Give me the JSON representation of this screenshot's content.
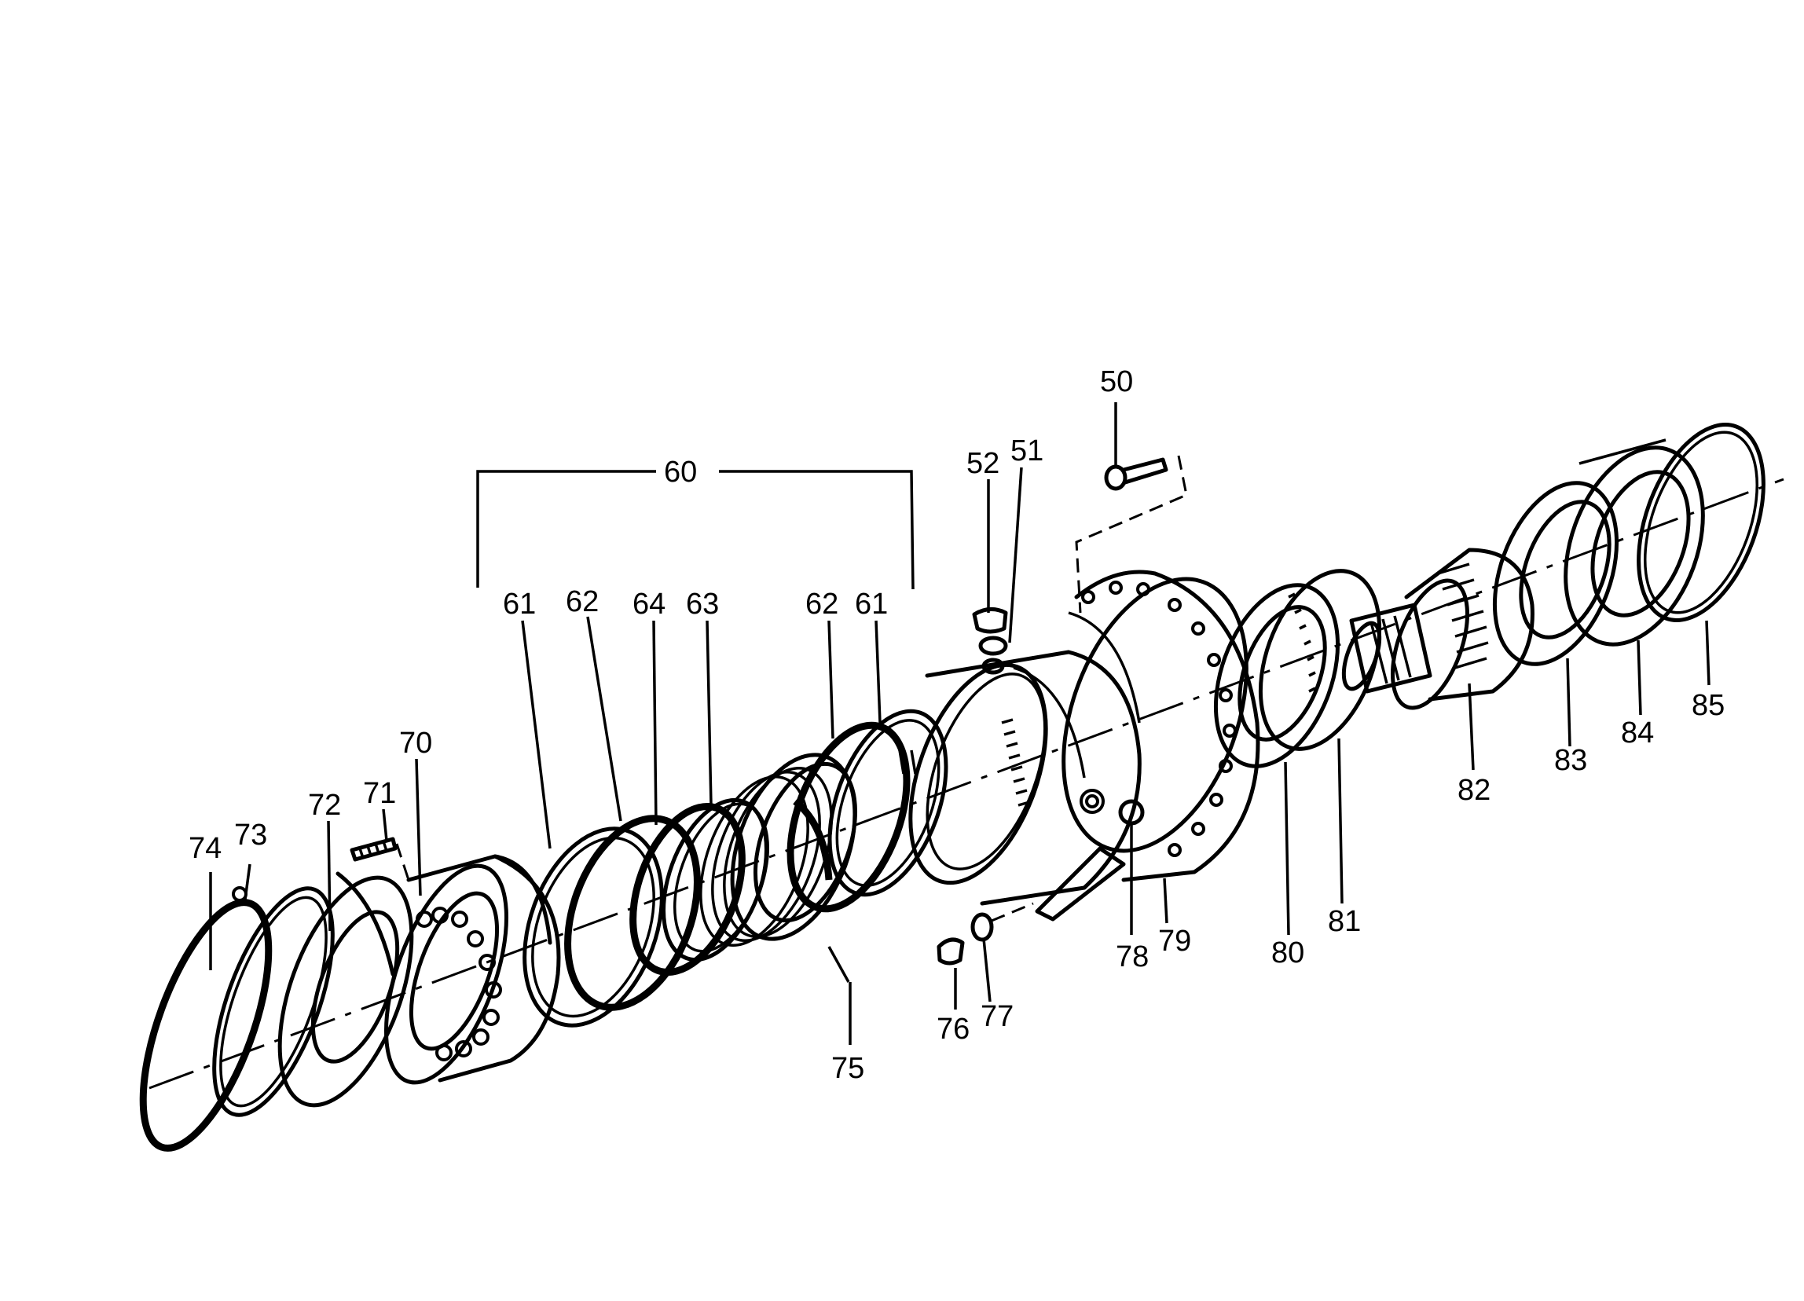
{
  "callouts": {
    "c50": "50",
    "c51": "51",
    "c52": "52",
    "c60": "60",
    "c61a": "61",
    "c62a": "62",
    "c64": "64",
    "c63": "63",
    "c62b": "62",
    "c61b": "61",
    "c70": "70",
    "c71": "71",
    "c72": "72",
    "c73": "73",
    "c74": "74",
    "c75": "75",
    "c76": "76",
    "c77": "77",
    "c78": "78",
    "c79": "79",
    "c80": "80",
    "c81": "81",
    "c82": "82",
    "c83": "83",
    "c84": "84",
    "c85": "85"
  },
  "colors": {
    "line": "#000000",
    "background": "#ffffff"
  }
}
